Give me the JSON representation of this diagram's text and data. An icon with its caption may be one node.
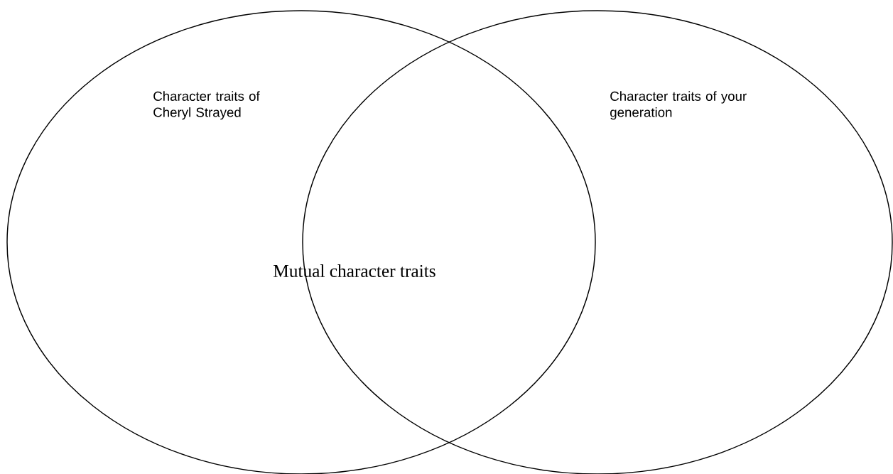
{
  "diagram": {
    "nodes": [
      {
        "text": [
          "Character traits of Cheryl Strayed"
        ]
      },
      {
        "text": [
          "Character traits of your generation"
        ]
      }
    ],
    "labels": [
      "Mutual character traits"
    ]
  }
}
